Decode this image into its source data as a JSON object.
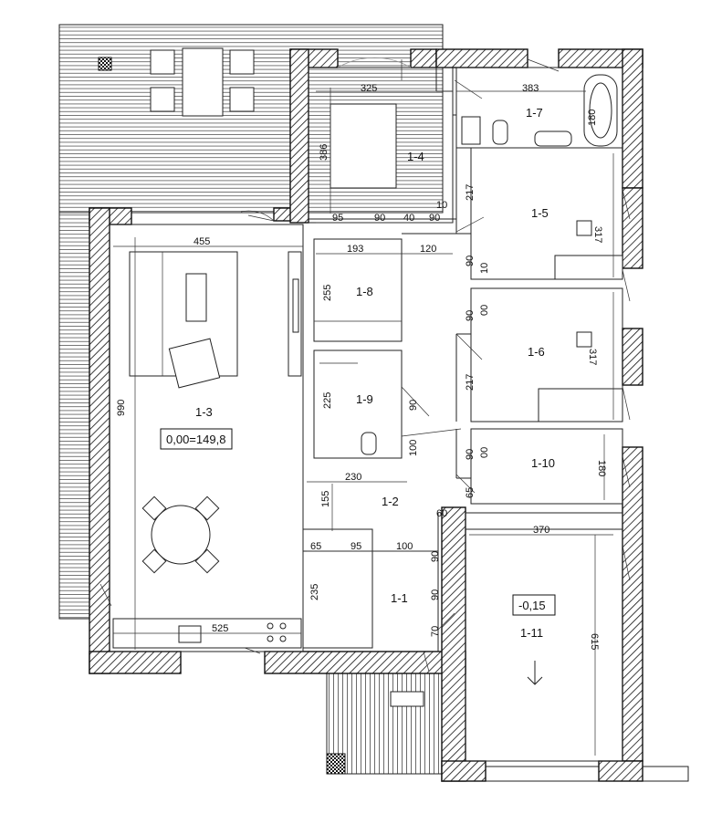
{
  "rooms": {
    "r1_1": "1-1",
    "r1_2": "1-2",
    "r1_3": "1-3",
    "r1_4": "1-4",
    "r1_5": "1-5",
    "r1_6": "1-6",
    "r1_7": "1-7",
    "r1_8": "1-8",
    "r1_9": "1-9",
    "r1_10": "1-10",
    "r1_11": "1-11"
  },
  "levels": {
    "main": "0,00=149,8",
    "garage": "-0,15"
  },
  "dimensions": {
    "d325": "325",
    "d383": "383",
    "d180_bath": "180",
    "d386": "386",
    "d217_a": "217",
    "d317_a": "317",
    "d95_a": "95",
    "d90_a": "90",
    "d40": "40",
    "d90_b": "90",
    "d10_a": "10",
    "d455": "455",
    "d193": "193",
    "d120": "120",
    "d90_c": "90",
    "d10_b": "10",
    "d255": "255",
    "d90_d": "90",
    "d00_a": "00",
    "d217_b": "217",
    "d317_b": "317",
    "d990": "990",
    "d225": "225",
    "d90_e": "90",
    "d100_a": "100",
    "d90_f": "90",
    "d00_b": "00",
    "d180_b": "180",
    "d65_a": "65",
    "d230": "230",
    "d155": "155",
    "d60": "60",
    "d370": "370",
    "d65_b": "65",
    "d95_b": "95",
    "d100_b": "100",
    "d90_g": "90",
    "d235": "235",
    "d90_h": "90",
    "d70": "70",
    "d615": "615",
    "d525": "525"
  }
}
